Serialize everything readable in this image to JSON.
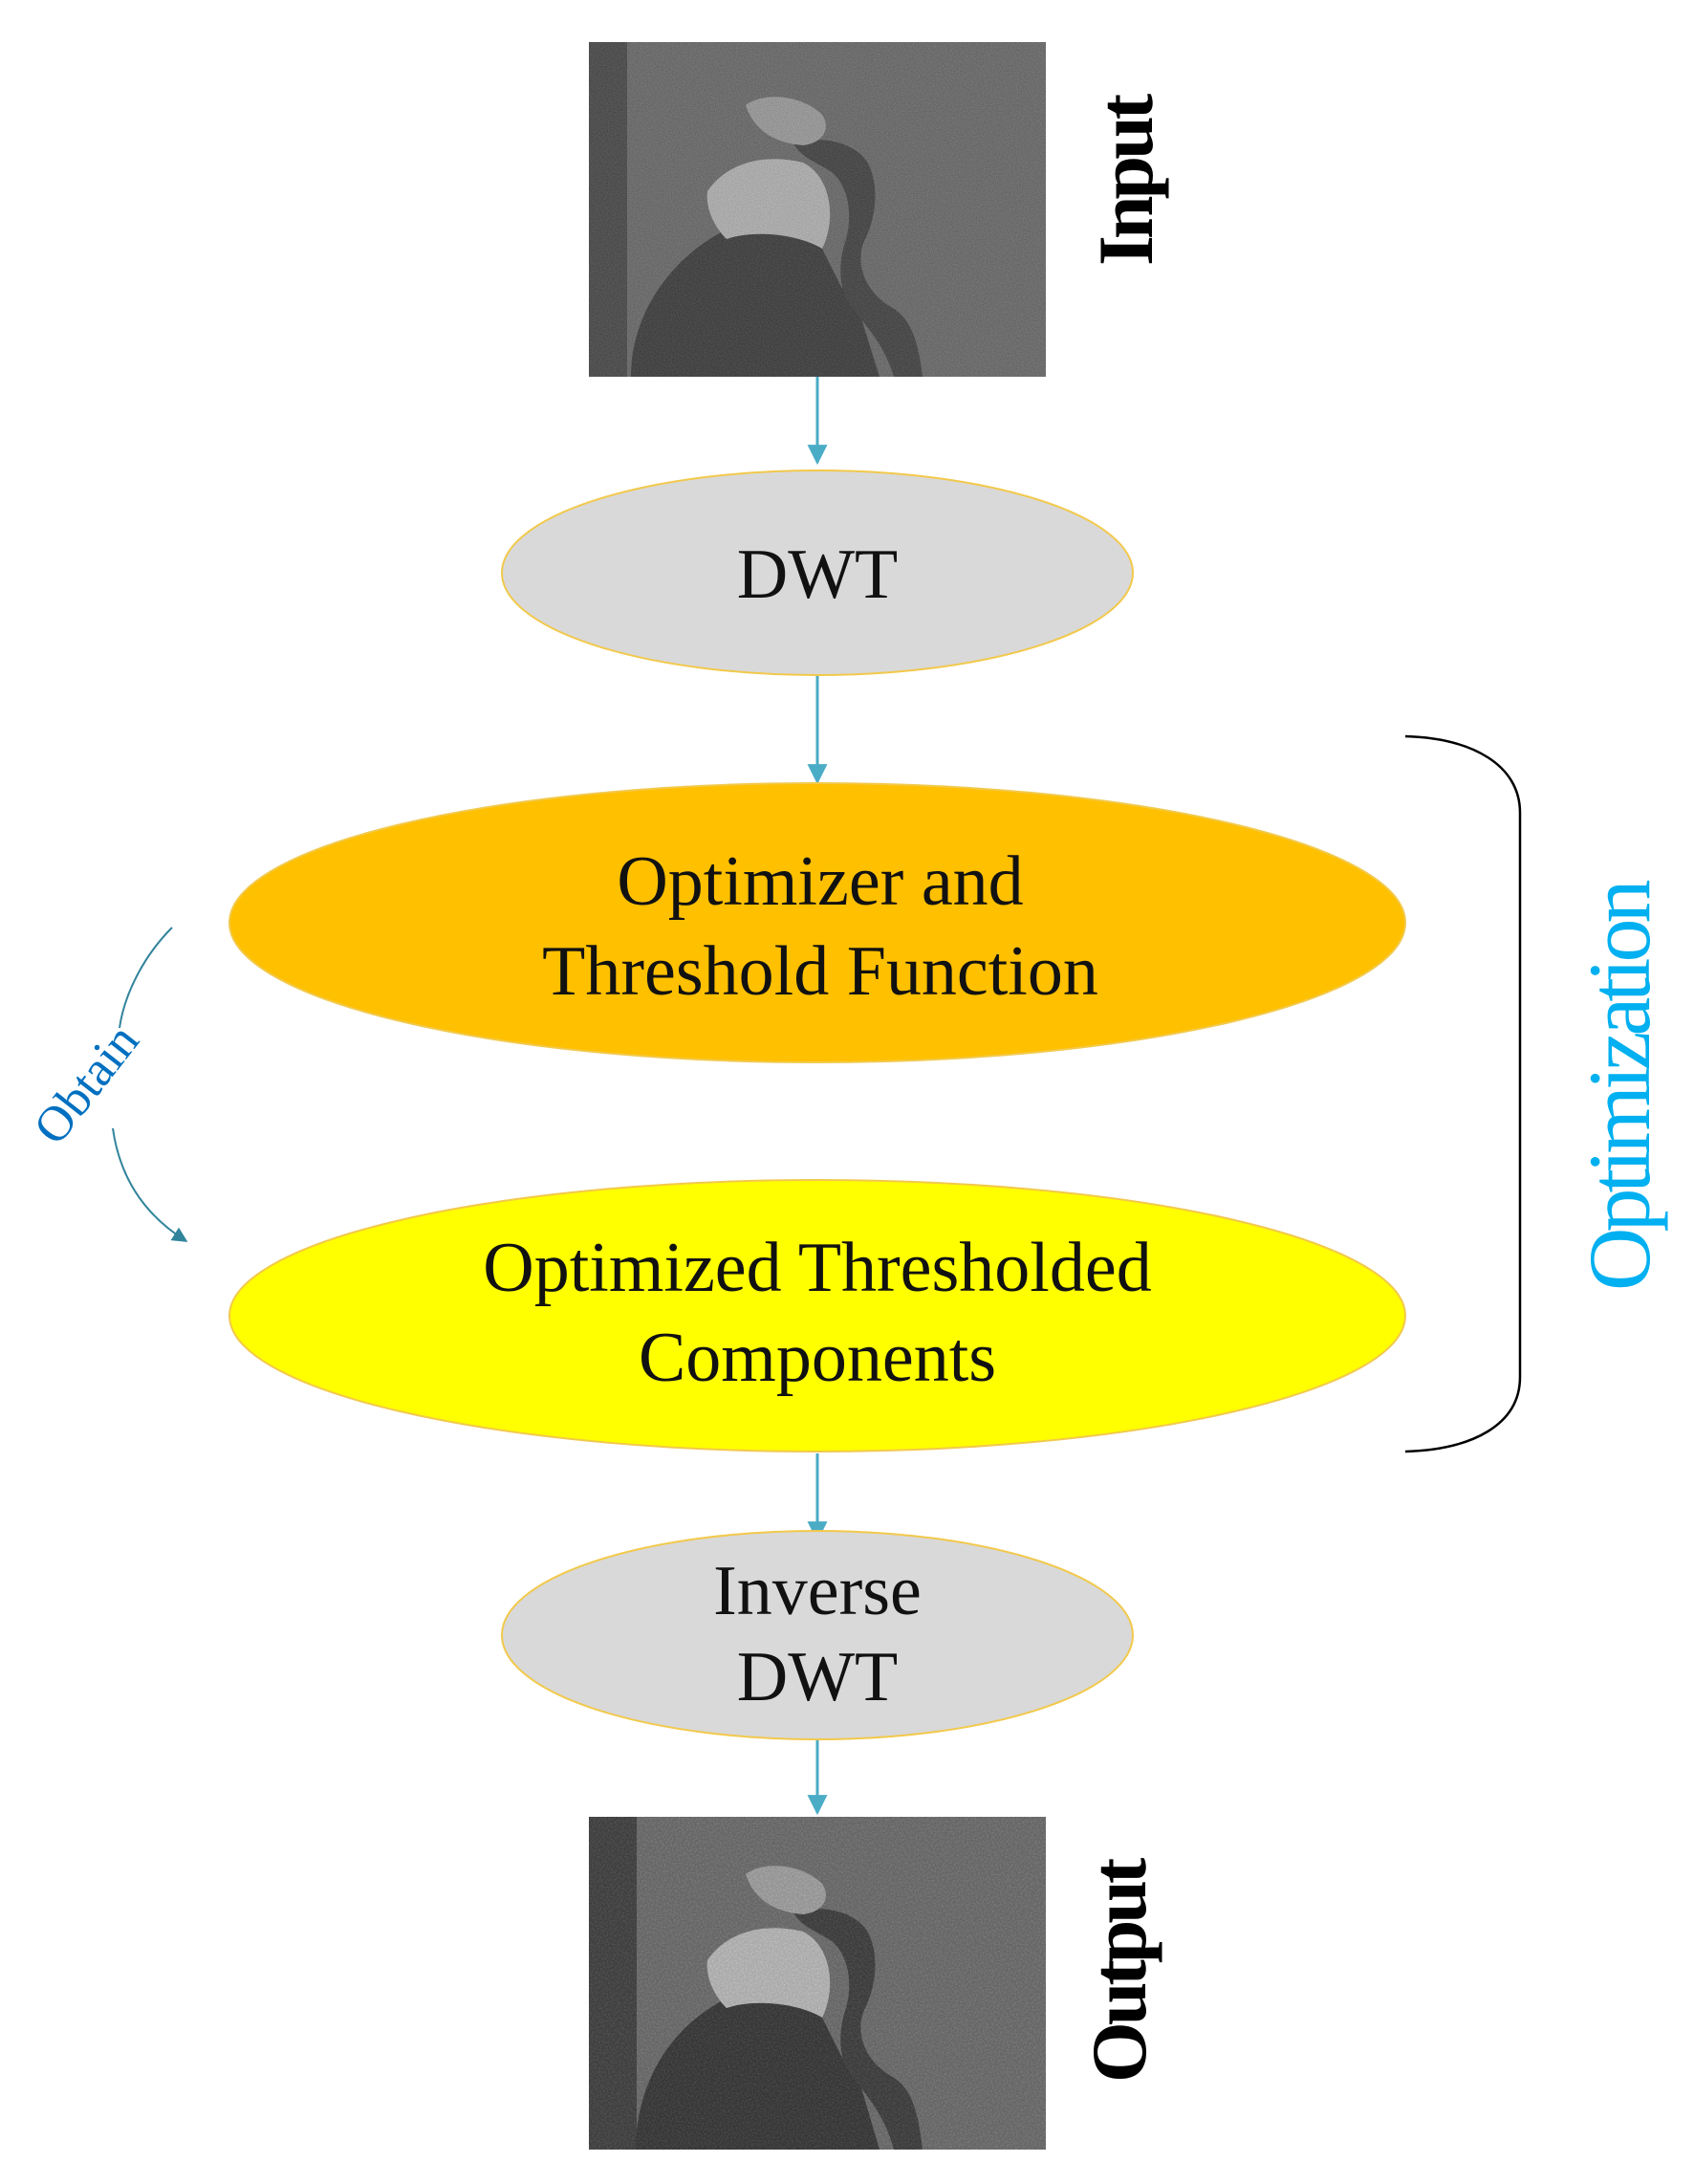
{
  "labels": {
    "input": "Input",
    "output": "Output",
    "optimization": "Optimization",
    "obtain": "Obtain"
  },
  "nodes": {
    "dwt": {
      "line1": "DWT"
    },
    "optimizer": {
      "line1": "Optimizer and",
      "line2": "Threshold Function"
    },
    "components": {
      "line1": "Optimized Thresholded",
      "line2": "Components"
    },
    "inverse": {
      "line1": "Inverse",
      "line2": "DWT"
    }
  },
  "colors": {
    "gray_node": "#d9d9d9",
    "orange_node": "#ffc000",
    "yellow_node": "#ffff00",
    "node_border": "#f2c94c",
    "arrow": "#4bacc6",
    "optimization_text": "#00b0f0",
    "obtain_text": "#0070c0",
    "obtain_arrow": "#31849b",
    "bracket": "#000000"
  }
}
